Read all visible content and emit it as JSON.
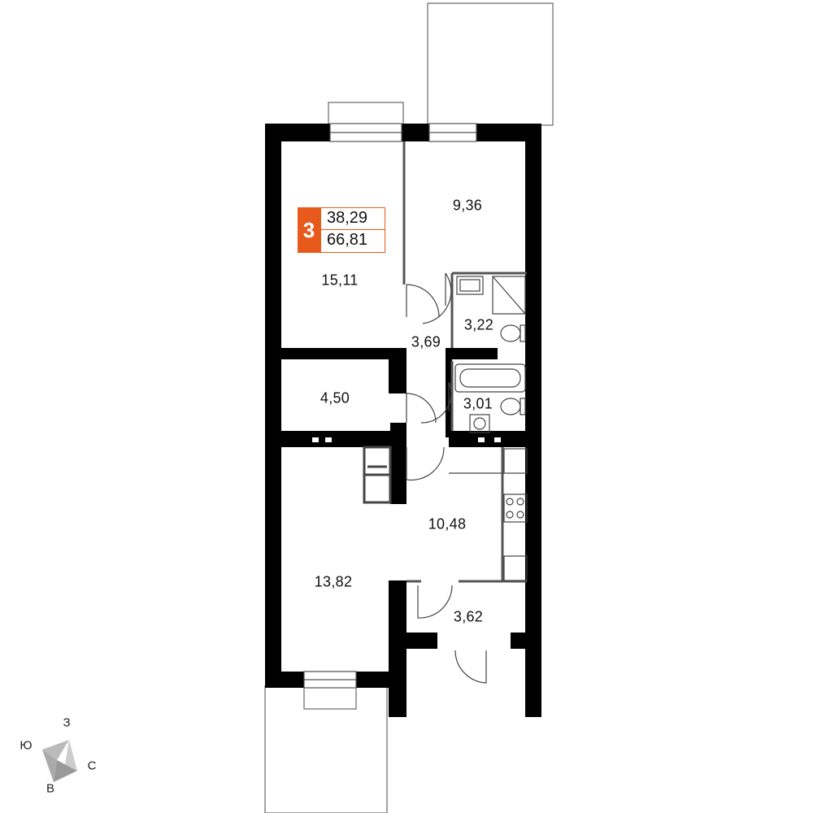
{
  "badge": {
    "rooms": "3",
    "living_area": "38,29",
    "total_area": "66,81",
    "accent_color": "#e85a1c"
  },
  "rooms": [
    {
      "id": "room-15-11",
      "area": "15,11"
    },
    {
      "id": "room-9-36",
      "area": "9,36"
    },
    {
      "id": "room-3-22",
      "area": "3,22"
    },
    {
      "id": "room-3-69",
      "area": "3,69"
    },
    {
      "id": "room-4-50",
      "area": "4,50"
    },
    {
      "id": "room-3-01",
      "area": "3,01"
    },
    {
      "id": "room-10-48",
      "area": "10,48"
    },
    {
      "id": "room-13-82",
      "area": "13,82"
    },
    {
      "id": "room-3-62",
      "area": "3,62"
    }
  ],
  "compass": {
    "north": "З",
    "south": "В",
    "east": "С",
    "west": "Ю"
  }
}
